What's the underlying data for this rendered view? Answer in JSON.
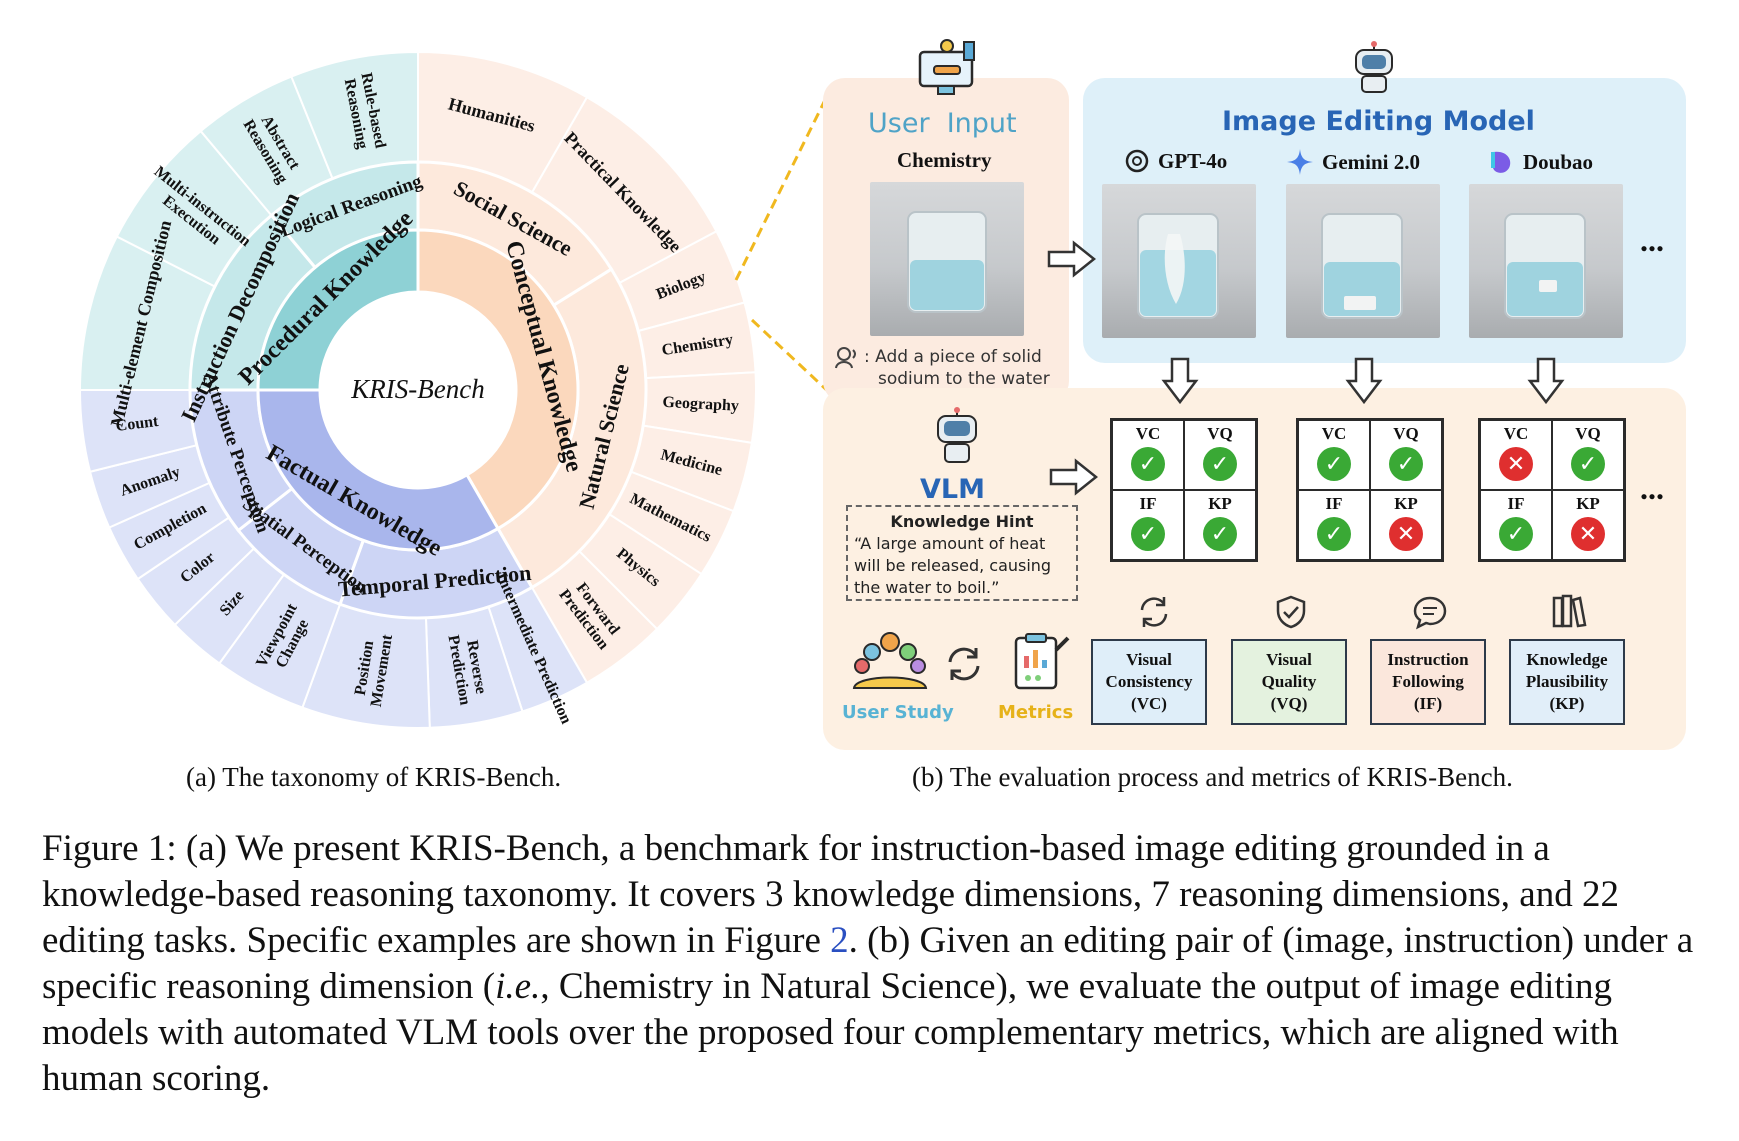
{
  "taxonomy": {
    "center": "KRIS-Bench",
    "dimensions": [
      {
        "label": "Conceptual Knowledge",
        "color": "#fbd8bd"
      },
      {
        "label": "Factual Knowledge",
        "color": "#a9b6ec"
      },
      {
        "label": "Procedural Knowledge",
        "color": "#8ed1d5"
      }
    ],
    "reasoning": [
      {
        "label": "Social Science",
        "color": "#fde9dc"
      },
      {
        "label": "Natural Science",
        "color": "#fde9dc"
      },
      {
        "label": "Temporal Prediction",
        "color": "#cdd5f5"
      },
      {
        "label": "Spatial Perception",
        "color": "#cdd5f5"
      },
      {
        "label": "Attribute Perception",
        "color": "#cdd5f5"
      },
      {
        "label": "Instruction Decomposition",
        "color": "#c5e8ea"
      },
      {
        "label": "Logical Reasoning",
        "color": "#c5e8ea"
      }
    ],
    "tasks": [
      {
        "label": "Humanities"
      },
      {
        "label": "Practical Knowledge"
      },
      {
        "label": "Biology"
      },
      {
        "label": "Chemistry"
      },
      {
        "label": "Geography"
      },
      {
        "label": "Medicine"
      },
      {
        "label": "Mathematics"
      },
      {
        "label": "Physics"
      },
      {
        "label": "Forward Prediction"
      },
      {
        "label": "Intermediate Prediction"
      },
      {
        "label": "Reverse Prediction"
      },
      {
        "label": "Position Movement"
      },
      {
        "label": "Viewpoint Change"
      },
      {
        "label": "Size"
      },
      {
        "label": "Color"
      },
      {
        "label": "Completion"
      },
      {
        "label": "Anomaly"
      },
      {
        "label": "Count"
      },
      {
        "label": "Multi-element Composition"
      },
      {
        "label": "Multi-instruction Execution"
      },
      {
        "label": "Abstract Reasoning"
      },
      {
        "label": "Rule-based Reasoning"
      }
    ],
    "task_colors": {
      "warm": "#fdeee6",
      "blue": "#dde3f8",
      "teal": "#d9f0f1"
    },
    "caption": "(a)  The taxonomy of KRIS-Bench."
  },
  "evaluation": {
    "user_input": {
      "title": "User  Input",
      "subject": "Chemistry",
      "instruction_line1": ": Add a piece of solid",
      "instruction_line2": "sodium to the water"
    },
    "editing_model": {
      "title": "Image Editing Model",
      "models": [
        "GPT-4o",
        "Gemini 2.0",
        "Doubao"
      ],
      "ellipsis": "..."
    },
    "vlm": {
      "title": "VLM",
      "hint_title": "Knowledge Hint",
      "hint_lines": [
        "“A large amount of heat",
        "will be released, causing",
        "the water to boil.”"
      ]
    },
    "score_labels": [
      "VC",
      "VQ",
      "IF",
      "KP"
    ],
    "scores": [
      {
        "model": "GPT-4o",
        "VC": "pass",
        "VQ": "pass",
        "IF": "pass",
        "KP": "pass"
      },
      {
        "model": "Gemini 2.0",
        "VC": "pass",
        "VQ": "pass",
        "IF": "pass",
        "KP": "fail"
      },
      {
        "model": "Doubao",
        "VC": "fail",
        "VQ": "pass",
        "IF": "pass",
        "KP": "fail"
      }
    ],
    "user_study": "User Study",
    "metrics_label": "Metrics",
    "metrics": [
      {
        "lines": [
          "Visual",
          "Consistency",
          "(VC)"
        ],
        "color": "#dfeef9"
      },
      {
        "lines": [
          "Visual",
          "Quality",
          "(VQ)"
        ],
        "color": "#e4f2df"
      },
      {
        "lines": [
          "Instruction",
          "Following",
          "(IF)"
        ],
        "color": "#fbe7dc"
      },
      {
        "lines": [
          "Knowledge",
          "Plausibility",
          "(KP)"
        ],
        "color": "#e1eef9"
      }
    ],
    "caption": "(b) The evaluation process and metrics of KRIS-Bench.",
    "colors": {
      "user_input_title": "#4fa3c7",
      "model_title": "#2865b5",
      "vlm_title": "#2865b5",
      "user_study": "#58b3d4",
      "metrics": "#e6b219",
      "dashed": "#f0b81f"
    }
  },
  "figure_caption": {
    "part1": "Figure 1: (a) We present KRIS-Bench, a benchmark for instruction-based image editing grounded in a knowledge-based reasoning taxonomy. It covers 3 knowledge dimensions, 7 reasoning dimensions, and 22 editing tasks. Specific examples are shown in Figure ",
    "ref": "2",
    "part2": ". (b) Given an editing pair of (image, instruction) under a specific reasoning dimension (",
    "ie": "i.e.",
    "part3": ", Chemistry in Natural Science), we evaluate the output of image editing models with automated VLM tools over the proposed four complementary metrics, which are aligned with human scoring."
  }
}
